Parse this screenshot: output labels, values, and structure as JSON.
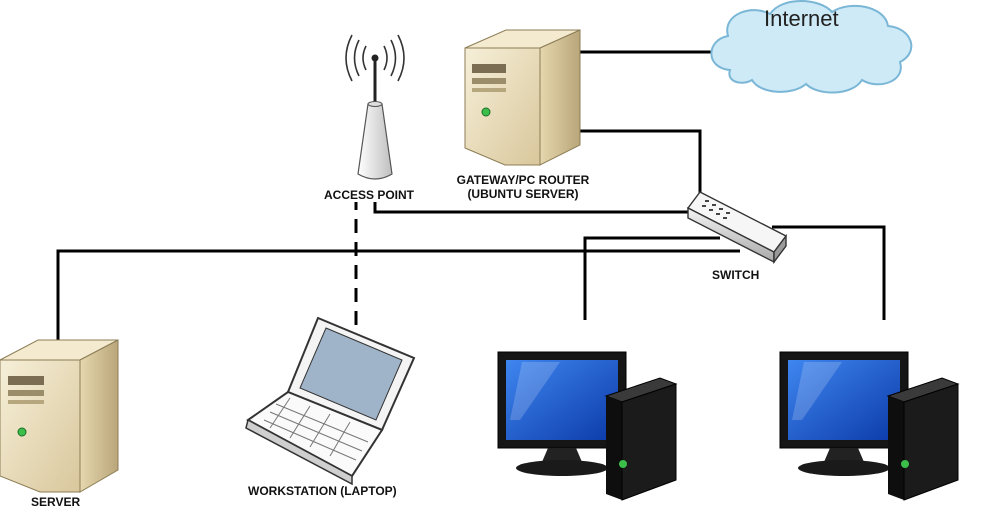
{
  "nodes": {
    "internet": {
      "label": "Internet"
    },
    "gateway": {
      "label_line1": "GATEWAY/PC ROUTER",
      "label_line2": "(UBUNTU SERVER)"
    },
    "access_point": {
      "label": "ACCESS POINT"
    },
    "switch": {
      "label": "SWITCH"
    },
    "server": {
      "label": "SERVER"
    },
    "workstation": {
      "label": "WORKSTATION (LAPTOP)"
    },
    "desktop_1": {
      "label": ""
    },
    "desktop_2": {
      "label": ""
    }
  },
  "connections": [
    {
      "from": "gateway",
      "to": "internet",
      "style": "solid"
    },
    {
      "from": "gateway",
      "to": "switch",
      "style": "solid"
    },
    {
      "from": "access_point",
      "to": "switch",
      "style": "solid"
    },
    {
      "from": "server",
      "to": "switch",
      "style": "solid"
    },
    {
      "from": "desktop_1",
      "to": "switch",
      "style": "solid"
    },
    {
      "from": "desktop_2",
      "to": "switch",
      "style": "solid"
    },
    {
      "from": "workstation",
      "to": "access_point",
      "style": "dashed"
    }
  ],
  "colors": {
    "tower_body": "#e9dcb8",
    "tower_shade": "#c8b68c",
    "cloud_fill": "#cfeaf7",
    "cloud_stroke": "#7ab6d6",
    "monitor_screen": "#1e5fd6",
    "pc_case": "#1b1b1b",
    "power_led": "#3bbf4a"
  }
}
